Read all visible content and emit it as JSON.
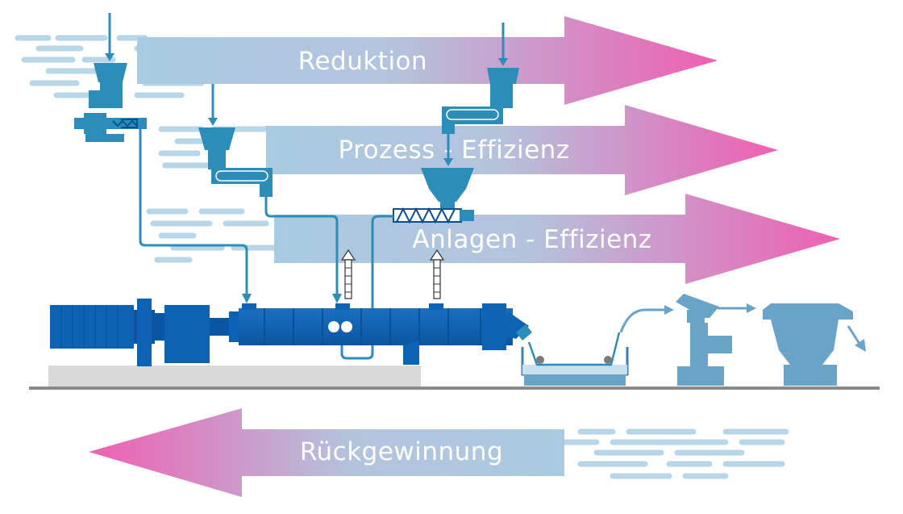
{
  "labels": {
    "reduktion": "Reduktion",
    "prozess": "Prozess - Effizienz",
    "anlagen": "Anlagen - Effizienz",
    "rueckgewinnung": "Rückgewinnung"
  },
  "colors": {
    "arrow_start": "#a9cbe1",
    "arrow_end": "#ef5fb0",
    "machine_blue": "#0d62b3",
    "machine_dark": "#0b4f96",
    "feeder_teal": "#2b8db8",
    "pipe": "#2b8db8",
    "downstream": "#6aa3c8",
    "ground": "#8a8a8a",
    "base": "#d9d9d9",
    "dash": "#b8d6ea"
  },
  "icons": [
    "gravimetric-feeder-icon",
    "belt-feeder-icon",
    "screw-conveyor-icon",
    "twin-screw-extruder-icon",
    "water-bath-icon",
    "pelletizer-icon",
    "dryer-icon"
  ]
}
